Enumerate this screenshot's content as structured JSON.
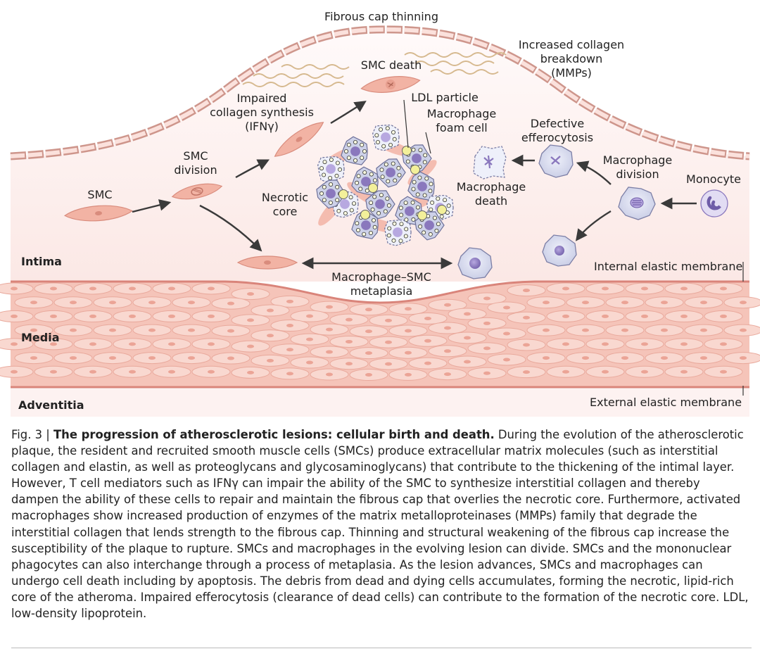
{
  "labels": {
    "fibrous_cap": "Fibrous cap thinning",
    "collagen_breakdown": [
      "Increased collagen",
      "breakdown",
      "(MMPs)"
    ],
    "smc_death": "SMC death",
    "ldl_particle": "LDL particle",
    "impaired_collagen": [
      "Impaired",
      "collagen synthesis",
      "(IFNγ)"
    ],
    "foam_cell": [
      "Macrophage",
      "foam cell"
    ],
    "defective_efferocytosis": [
      "Defective",
      "efferocytosis"
    ],
    "smc_division": [
      "SMC",
      "division"
    ],
    "macrophage_division": [
      "Macrophage",
      "division"
    ],
    "monocyte": "Monocyte",
    "smc": "SMC",
    "necrotic_core": [
      "Necrotic",
      "core"
    ],
    "macrophage_death": [
      "Macrophage",
      "death"
    ],
    "intima": "Intima",
    "metaplasia": [
      "Macrophage–SMC",
      "metaplasia"
    ],
    "internal_membrane": "Internal elastic membrane",
    "media": "Media",
    "adventitia": "Adventitia",
    "external_membrane": "External elastic membrane"
  },
  "caption": {
    "fig_no": "Fig. 3 | ",
    "title": "The progression of atherosclerotic lesions: cellular birth and death.",
    "body": " During the evolution of the atherosclerotic plaque, the resident and recruited smooth muscle cells (SMCs) produce extracellular matrix molecules (such as interstitial collagen and elastin, as well as proteoglycans and glycosaminoglycans) that contribute to the thickening of the intimal layer. However, T cell mediators such as IFNγ can impair the ability of the SMC to synthesize interstitial collagen and thereby dampen the ability of these cells to repair and maintain the fibrous cap that overlies the necrotic core. Furthermore, activated macrophages show increased production of enzymes of the matrix metalloproteinases (MMPs) family that degrade the interstitial collagen that lends strength to the fibrous cap. Thinning and structural weakening of the fibrous cap increase the susceptibility of the plaque to rupture. SMCs and macrophages in the evolving lesion can divide. SMCs and the mononuclear phagocytes can also interchange through a process of metaplasia. As the lesion advances, SMCs and macrophages can undergo cell death including by apoptosis. The debris from dead and dying cells accumulates, forming the necrotic, lipid-rich core of the atheroma. Impaired efferocytosis (clearance of dead cells) can contribute to the formation of the necrotic core. LDL, low-density lipoprotein."
  },
  "colors": {
    "intima_fill": "#fdf2f1",
    "smc": "#f2b3a4",
    "smc_stroke": "#d98c7d",
    "macrophage": "#d9ddef",
    "macrophage_stroke": "#7c7fa6",
    "nucleus": "#8a78bd",
    "media_fill": "#f7ccc3",
    "membrane": "#d9847a",
    "ldl": "#f3f09a",
    "arrow": "#3a3a3a"
  }
}
